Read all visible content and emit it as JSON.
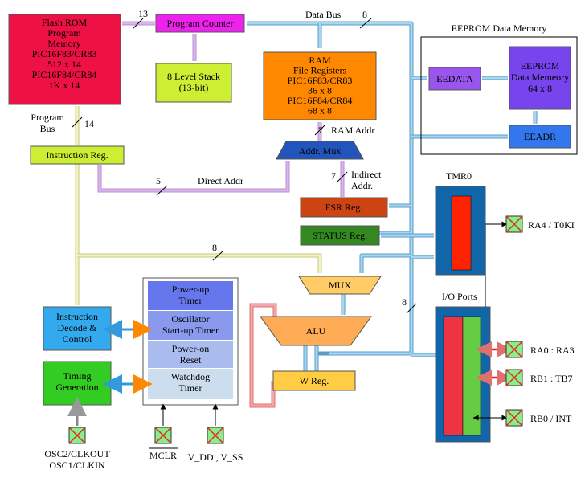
{
  "blocks": {
    "flash_rom": [
      "Flash ROM",
      "Program",
      "Memory",
      "PIC16F83/CR83",
      "512 x 14",
      "PIC16F84/CR84",
      "1K x 14"
    ],
    "program_counter": "Program Counter",
    "stack": [
      "8 Level Stack",
      "(13-bit)"
    ],
    "ram": [
      "RAM",
      "File Registers",
      "PIC16F83/CR83",
      "36 x 8",
      "PIC16F84/CR84",
      "68 x 8"
    ],
    "eeprom_group": "EEPROM Data Memory",
    "eedata": "EEDATA",
    "eeprom": [
      "EEPROM",
      "Data Memeory",
      "64 x 8"
    ],
    "eeadr": "EEADR",
    "instruction_reg": "Instruction Reg.",
    "addr_mux": "Addr. Mux",
    "fsr_reg": "FSR Reg.",
    "status_reg": "STATUS Reg.",
    "tmr0": "TMR0",
    "io_ports": "I/O Ports",
    "mux": "MUX",
    "alu": "ALU",
    "w_reg": "W Reg.",
    "instruction_decode": [
      "Instruction",
      "Decode &",
      "Control"
    ],
    "timing_generation": [
      "Timing",
      "Generation"
    ],
    "power_up_timer": [
      "Power-up",
      "Timer"
    ],
    "oscillator_timer": [
      "Oscillator",
      "Start-up Timer"
    ],
    "power_on_reset": [
      "Power-on",
      "Reset"
    ],
    "watchdog_timer": [
      "Watchdog",
      "Timer"
    ]
  },
  "labels": {
    "data_bus": "Data Bus",
    "data_bus_width": "8",
    "pc_width": "13",
    "program_bus": [
      "Program",
      "Bus"
    ],
    "program_bus_width": "14",
    "ram_addr": "RAM Addr",
    "ram_addr_width": "7",
    "direct_addr": "Direct Addr",
    "direct_addr_width": "5",
    "indirect_width": "7",
    "indirect_addr": [
      "Indirect",
      "Addr."
    ],
    "ir_to_mux_width": "8",
    "right_bus_width": "8"
  },
  "pins": {
    "ra4": "RA4 / T0KI",
    "ra0": "RA0 : RA3",
    "rb1": "RB1 : TB7",
    "rb0": "RB0 / INT",
    "osc": [
      "OSC2/CLKOUT",
      "OSC1/CLKIN"
    ],
    "mclr": "MCLR",
    "vdd_vss": "V_DD , V_SS"
  },
  "colors": {
    "flash_rom": "#ee1144",
    "program_counter": "#ee22ee",
    "stack": "#ccee33",
    "ram": "#ff8800",
    "eedata": "#9955ee",
    "eeprom": "#7744ee",
    "eeadr": "#3377ee",
    "instruction_reg": "#ccee33",
    "addr_mux": "#2255bb",
    "fsr_reg": "#cc4411",
    "status_reg": "#338822",
    "tmr0_frame": "#1166aa",
    "tmr0_core": "#ff2200",
    "io_frame": "#1166aa",
    "io_red": "#ee3344",
    "io_green": "#66cc44",
    "mux": "#ffcc66",
    "alu": "#ffaa55",
    "w_reg": "#ffcc44",
    "instruction_decode": "#33aaee",
    "timing_generation": "#33cc22",
    "timer_1": "#6677ee",
    "timer_2": "#8899ee",
    "timer_3": "#aabbee",
    "timer_4": "#ccddee",
    "pin_fill": "#88ee88",
    "pin_cross": "#ee2222",
    "bus_blue": "#a8d8f0",
    "bus_purple": "#dcb4ee",
    "bus_yellow": "#f2f4c4",
    "bus_red": "#f0a8a8"
  }
}
